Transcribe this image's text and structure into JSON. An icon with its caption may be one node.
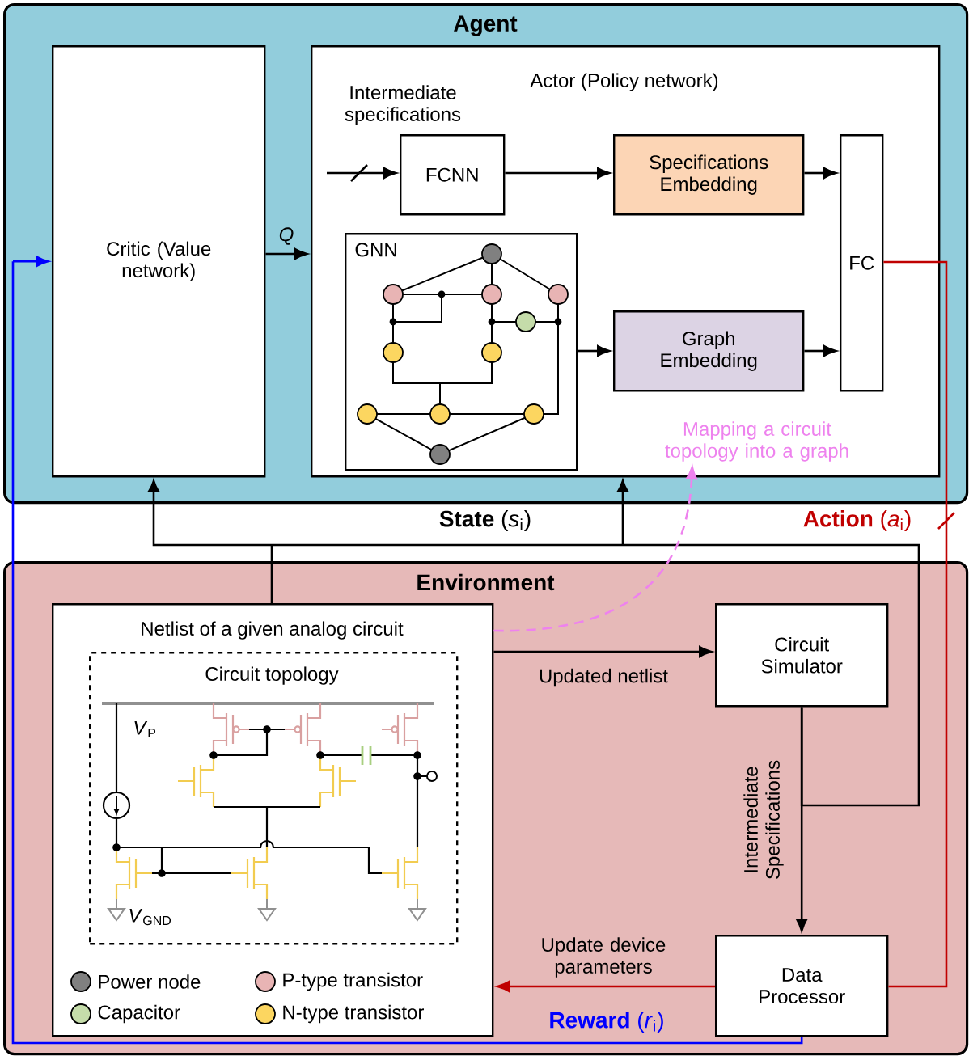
{
  "diagram": {
    "nodes": [
      {
        "text": [
          "Agent"
        ]
      },
      {
        "text": [
          "Critic (Value network)"
        ],
        "in": 0
      },
      {
        "text": [
          "Actor (Policy network)"
        ],
        "in": 0
      },
      {
        "text": [
          "FCNN"
        ],
        "in": 2
      },
      {
        "text": [
          "Specifications Embedding"
        ],
        "in": 2
      },
      {
        "text": [
          "FC"
        ],
        "in": 2
      },
      {
        "text": [
          "GNN"
        ],
        "in": 2
      },
      {
        "text": [
          "Graph Embedding"
        ],
        "in": 2
      },
      {
        "text": [
          "Mapping a circuit topology into a graph"
        ],
        "in": 2
      },
      {
        "text": [
          "Environment"
        ]
      },
      {
        "text": [
          "Netlist of a given analog circuit"
        ],
        "in": 9
      },
      {
        "text": [
          "Circuit topology"
        ],
        "in": 10
      },
      {
        "text": [
          "Circuit Simulator"
        ],
        "in": 9
      },
      {
        "text": [
          "Data Processor"
        ],
        "in": 9
      }
    ],
    "edges": [
      {
        "from": 1,
        "to": 2,
        "arrow": "to",
        "label": "Q"
      },
      {
        "from": null,
        "to": 3,
        "arrow": "to",
        "label": "Intermediate specifications"
      },
      {
        "from": 3,
        "to": 4,
        "arrow": "to"
      },
      {
        "from": 4,
        "to": 5,
        "arrow": "to"
      },
      {
        "from": 6,
        "to": 7,
        "arrow": "to"
      },
      {
        "from": 7,
        "to": 5,
        "arrow": "to"
      },
      {
        "from": 5,
        "to": 13,
        "arrow": "none",
        "color": "#c00000"
      },
      {
        "from": 10,
        "to": 1,
        "arrow": "to"
      },
      {
        "from": 10,
        "to": 2,
        "arrow": "to"
      },
      {
        "from": 12,
        "to": 1,
        "arrow": "to"
      },
      {
        "from": 12,
        "to": 2,
        "arrow": "to"
      },
      {
        "from": 10,
        "to": 12,
        "arrow": "to",
        "label": "Updated netlist"
      },
      {
        "from": 12,
        "to": 13,
        "arrow": "to",
        "label": "Intermediate Specifications"
      },
      {
        "from": 13,
        "to": 10,
        "arrow": "to",
        "color": "#c00000",
        "label": "Update device parameters"
      },
      {
        "from": 13,
        "to": 1,
        "arrow": "to",
        "color": "#0000ff"
      },
      {
        "from": 10,
        "to": 8,
        "arrow": "to",
        "style": "dashed",
        "color": "#ee82ee"
      }
    ],
    "labels": [
      "**State** (*s*$_{i}$)",
      "**Action** (*a*$_{i}$)",
      "**Reward** (*r*$_{i}$)",
      "*V*$_{P}$",
      "*V*$_{GND}$"
    ],
    "legend": [
      {
        "text": "Power node",
        "color": "#808080"
      },
      {
        "text": "P-type transistor",
        "color": "#e8b4b4"
      },
      {
        "text": "Capacitor",
        "color": "#c5dcaa"
      },
      {
        "text": "N-type transistor",
        "color": "#fcd660"
      }
    ]
  }
}
